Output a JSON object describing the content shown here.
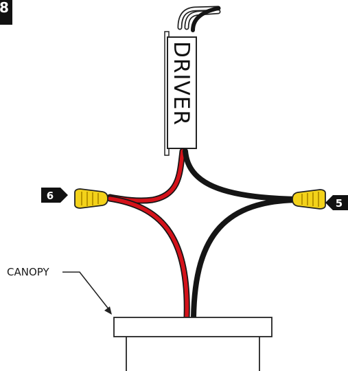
{
  "step": {
    "number": "8"
  },
  "driver": {
    "label": "DRIVER"
  },
  "callouts": {
    "left_connector": "6",
    "right_connector": "5"
  },
  "canopy": {
    "label": "CANOPY"
  },
  "colors": {
    "badge": "#111111",
    "red_wire": "#d4121a",
    "black_wire": "#151515",
    "wire_nut": "#f3d21a",
    "wire_nut_dark": "#b89400",
    "outline": "#222222"
  }
}
